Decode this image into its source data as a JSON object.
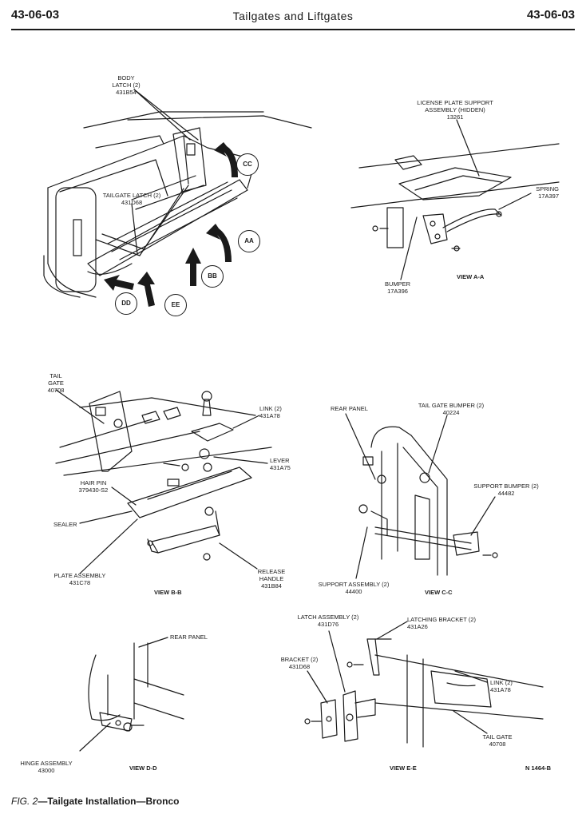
{
  "header": {
    "page_left": "43-06-03",
    "title": "Tailgates and Liftgates",
    "page_right": "43-06-03"
  },
  "callouts": {
    "aa": "AA",
    "bb": "BB",
    "cc": "CC",
    "dd": "DD",
    "ee": "EE"
  },
  "labels": {
    "body_latch": [
      "BODY",
      "LATCH (2)",
      "431B54"
    ],
    "tailgate_latch": [
      "TAILGATE LATCH (2)",
      "431D68"
    ],
    "license_plate": [
      "LICENSE PLATE SUPPORT",
      "ASSEMBLY (HIDDEN)",
      "13261"
    ],
    "spring": [
      "SPRING",
      "17A397"
    ],
    "bumper": [
      "BUMPER",
      "17A396"
    ],
    "tail_gate_b": [
      "TAIL",
      "GATE",
      "40708"
    ],
    "link_b": [
      "LINK (2)",
      "431A78"
    ],
    "lever": [
      "LEVER",
      "431A75"
    ],
    "hair_pin": [
      "HAIR PIN",
      "379430-S2"
    ],
    "sealer": [
      "SEALER"
    ],
    "plate_assembly": [
      "PLATE ASSEMBLY",
      "431C78"
    ],
    "release_handle": [
      "RELEASE",
      "HANDLE",
      "431B84"
    ],
    "rear_panel_c": [
      "REAR PANEL"
    ],
    "tail_gate_bumper": [
      "TAIL GATE BUMPER (2)",
      "40224"
    ],
    "support_bumper": [
      "SUPPORT BUMPER (2)",
      "44482"
    ],
    "support_assembly": [
      "SUPPORT ASSEMBLY (2)",
      "44400"
    ],
    "rear_panel_d": [
      "REAR PANEL"
    ],
    "hinge_assembly": [
      "HINGE ASSEMBLY",
      "43000"
    ],
    "latch_assembly": [
      "LATCH ASSEMBLY (2)",
      "431D76"
    ],
    "latching_bracket": [
      "LATCHING BRACKET (2)",
      "431A26"
    ],
    "bracket": [
      "BRACKET (2)",
      "431D68"
    ],
    "link_e": [
      "LINK (2)",
      "431A78"
    ],
    "tail_gate_e": [
      "TAIL GATE",
      "40708"
    ]
  },
  "views": {
    "a": "VIEW A-A",
    "b": "VIEW B-B",
    "c": "VIEW C-C",
    "d": "VIEW D-D",
    "e": "VIEW E-E"
  },
  "ref_number": "N 1464-B",
  "caption": {
    "fig": "FIG. 2",
    "title": "—Tailgate Installation—Bronco"
  }
}
